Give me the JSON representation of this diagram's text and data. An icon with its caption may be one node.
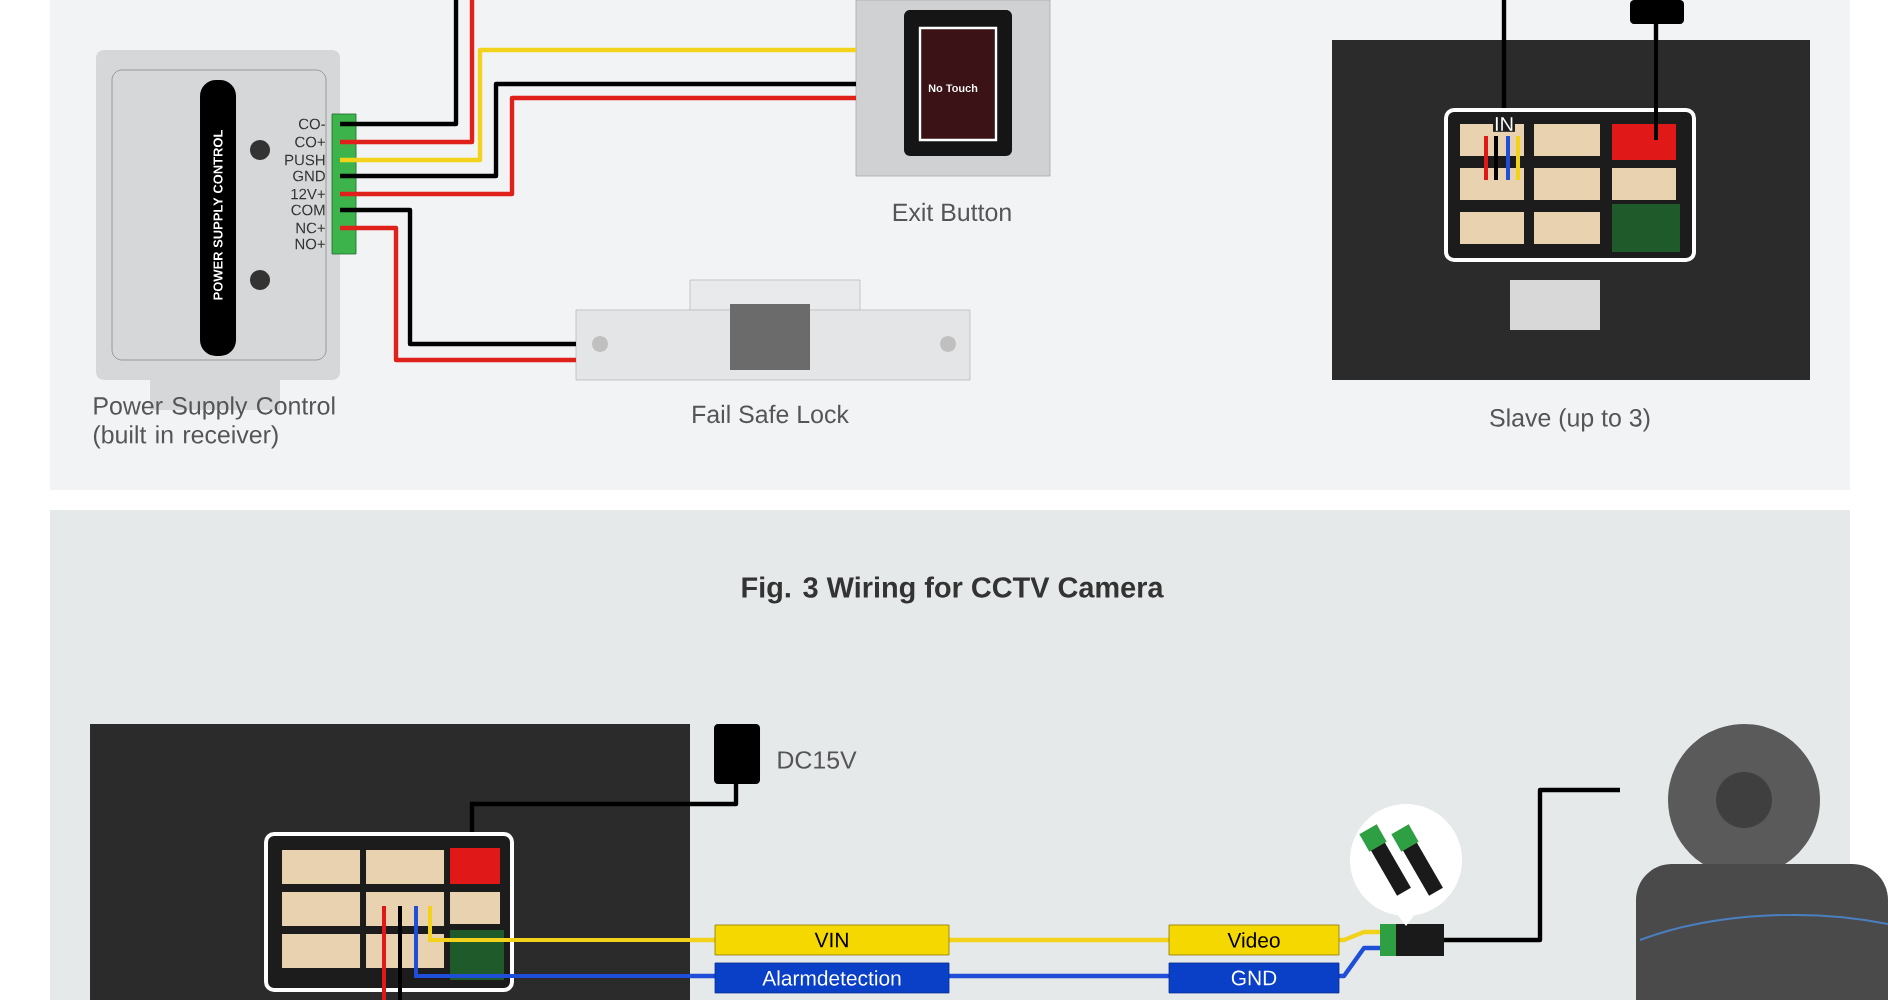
{
  "diagram": {
    "title": "Fig. 3 Wiring for CCTV Camera",
    "nodes": [
      {
        "text": [
          "POWER SUPPLY CONTROL"
        ],
        "beside": [
          "Power Supply Control (built in receiver)"
        ]
      },
      {
        "text": [
          "No Touch"
        ],
        "beside": [
          "Exit Button"
        ]
      },
      {
        "text": [],
        "shape": "picture",
        "beside": [
          "Fail Safe Lock"
        ]
      },
      {
        "text": [],
        "shape": "picture",
        "beside": [
          "Slave (up to 3)"
        ]
      },
      {
        "text": [],
        "shape": "box"
      },
      {
        "text": [],
        "shape": "picture"
      },
      {
        "text": [],
        "shape": "box",
        "beside": [
          "DC15V"
        ]
      },
      {
        "text": [],
        "shape": "picture"
      },
      {
        "text": [],
        "shape": "picture"
      }
    ],
    "edges": [
      {
        "from": 0,
        "to": 1,
        "arrow": "none",
        "color": "#f2d21b"
      },
      {
        "from": 0,
        "to": 1,
        "arrow": "none"
      },
      {
        "from": 0,
        "to": 1,
        "arrow": "none",
        "color": "#e0201b"
      },
      {
        "from": 0,
        "to": null,
        "arrow": "none"
      },
      {
        "from": 0,
        "to": null,
        "arrow": "none",
        "color": "#e0201b"
      },
      {
        "from": 0,
        "to": 2,
        "arrow": "none"
      },
      {
        "from": 0,
        "to": 2,
        "arrow": "none",
        "color": "#e0201b"
      },
      {
        "from": null,
        "to": 3,
        "arrow": "none"
      },
      {
        "from": 4,
        "to": 3,
        "arrow": "none"
      },
      {
        "from": 6,
        "to": 5,
        "arrow": "none"
      },
      {
        "from": 5,
        "to": 7,
        "arrow": "none",
        "color": "#f2d21b"
      },
      {
        "from": 5,
        "to": 7,
        "arrow": "none",
        "color": "#1f4fd8"
      },
      {
        "from": 7,
        "to": 8,
        "arrow": "none"
      }
    ],
    "labels": [
      "CO-",
      "CO+",
      "PUSH",
      "GND",
      "12V+",
      "COM",
      "NC+",
      "NO+",
      "IN",
      "VIN",
      "Alarmdetection",
      "Video",
      "GND"
    ]
  }
}
